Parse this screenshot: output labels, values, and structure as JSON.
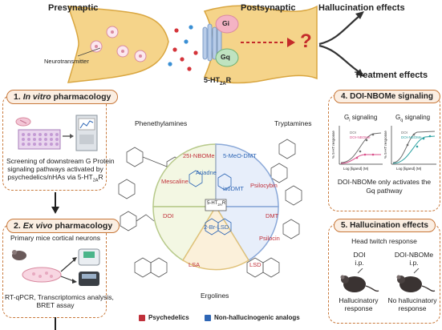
{
  "top": {
    "presynaptic": "Presynaptic",
    "postsynaptic": "Postsynaptic",
    "neurotransmitter": "Neurotransmitter",
    "gi": "Gi",
    "gq": "Gq",
    "receptor": "5-HT",
    "receptor_sub": "2A",
    "receptor_tail": "R",
    "question": "?",
    "hallucination_effects": "Hallucination effects",
    "treatment_effects": "Treatment effects"
  },
  "panel1": {
    "title_num": "1. ",
    "title_em": "In vitro",
    "title_rest": " pharmacology",
    "line1": "Screening of downstream G Protein",
    "line2": "signaling pathways activated by",
    "line3": "psychedelics/nHAs via 5-HT",
    "line3_sub": "2A",
    "line3_tail": "R"
  },
  "panel2": {
    "title_num": "2. ",
    "title_em": "Ex vivo",
    "title_rest": " pharmacology",
    "subtitle": "Primary mice cortical neurons",
    "line1": "RT-qPCR,  Transcriptomics analysis,",
    "line2": "BRET assay"
  },
  "center": {
    "phenethylamines": "Phenethylamines",
    "tryptamines": "Tryptamines",
    "ergolines": "Ergolines",
    "ariadne": "Ariadne",
    "isodmt": "isoDMT",
    "bromolsd": "2-Br-LSD",
    "receptor_box": "5-HT",
    "receptor_box_sub": "2A",
    "receptor_box_tail": "R",
    "labels": {
      "nbome25i": "25I-NBOMe",
      "meodmt": "5-MeO-DMT",
      "mescaline": "Mescaline",
      "psilocybin": "Psilocybin",
      "doi": "DOI",
      "dmt": "DMT",
      "psilocin": "Psilocin",
      "lsa": "LSA",
      "lsd": "LSD"
    },
    "legend_psychedelics": "Psychedelics",
    "legend_nonhallucinogenic": "Non-hallucinogenic analogs"
  },
  "panel4": {
    "title": "4. DOI-NBOMe signaling",
    "gi_label": "G",
    "gi_sub": "i",
    "gi_tail": " signaling",
    "gq_label": "G",
    "gq_sub": "q",
    "gq_tail": " signaling",
    "legend_doi": "DOI",
    "legend_nbome": "DOI-NBOMe",
    "xlabel": "Log [ligand] (M)",
    "ylabel": "% 5-HT response",
    "caption1": "DOI-NBOMe only activates the",
    "caption2": "Gq pathway"
  },
  "panel5": {
    "title": "5. Hallucination effects",
    "subtitle": "Head twitch response",
    "doi_label": "DOI",
    "doi_route": "i.p.",
    "nbome_label": "DOI-NBOMe",
    "nbome_route": "i.p.",
    "resp1_a": "Hallucinatory",
    "resp1_b": "response",
    "resp2_a": "No hallucinatory",
    "resp2_b": "response"
  },
  "colors": {
    "accent_orange": "#c8783a",
    "psychedelic_red": "#c0303a",
    "nonhalluc_blue": "#2e66b5",
    "synapse_yellow": "#f5d48a",
    "gi_pink": "#f4b3c4",
    "gq_green": "#bfe3c0",
    "arrow_red": "#c42a2a",
    "dmt_color": "#e88c8c",
    "doi_curve": "#6e6e6e",
    "nbome_curve": "#d94f8a",
    "nbome_curve_gq": "#2aa0a0"
  }
}
